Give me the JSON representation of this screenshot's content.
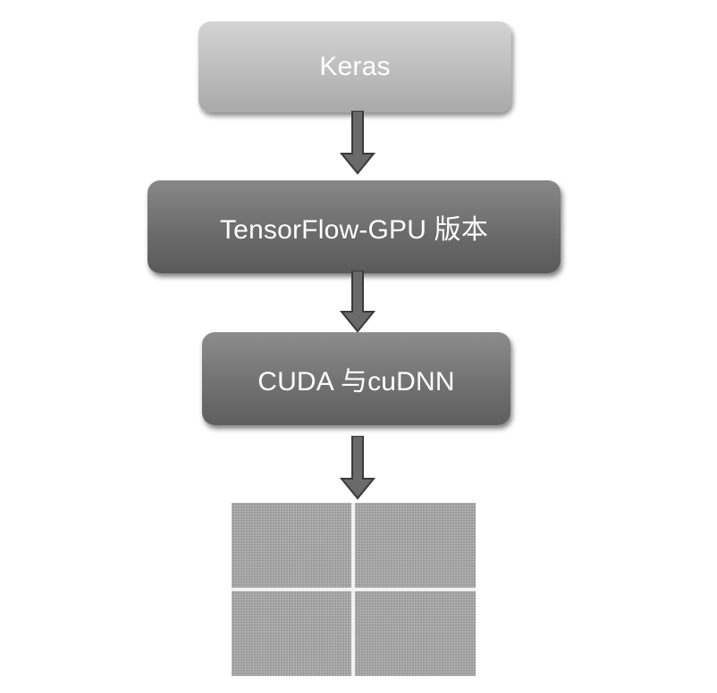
{
  "diagram": {
    "layers": [
      {
        "label": "Keras"
      },
      {
        "label": "TensorFlow-GPU 版本"
      },
      {
        "label": "CUDA 与cuDNN"
      }
    ],
    "colors": {
      "arrow_fill": "#6a6a6a",
      "arrow_stroke": "#3a3a3a",
      "grid_background": "#9a9a9a",
      "grid_line": "#c8c8c8",
      "grid_divider": "#f2f2f2"
    },
    "hardware_icon": "gpu-grid-icon"
  }
}
